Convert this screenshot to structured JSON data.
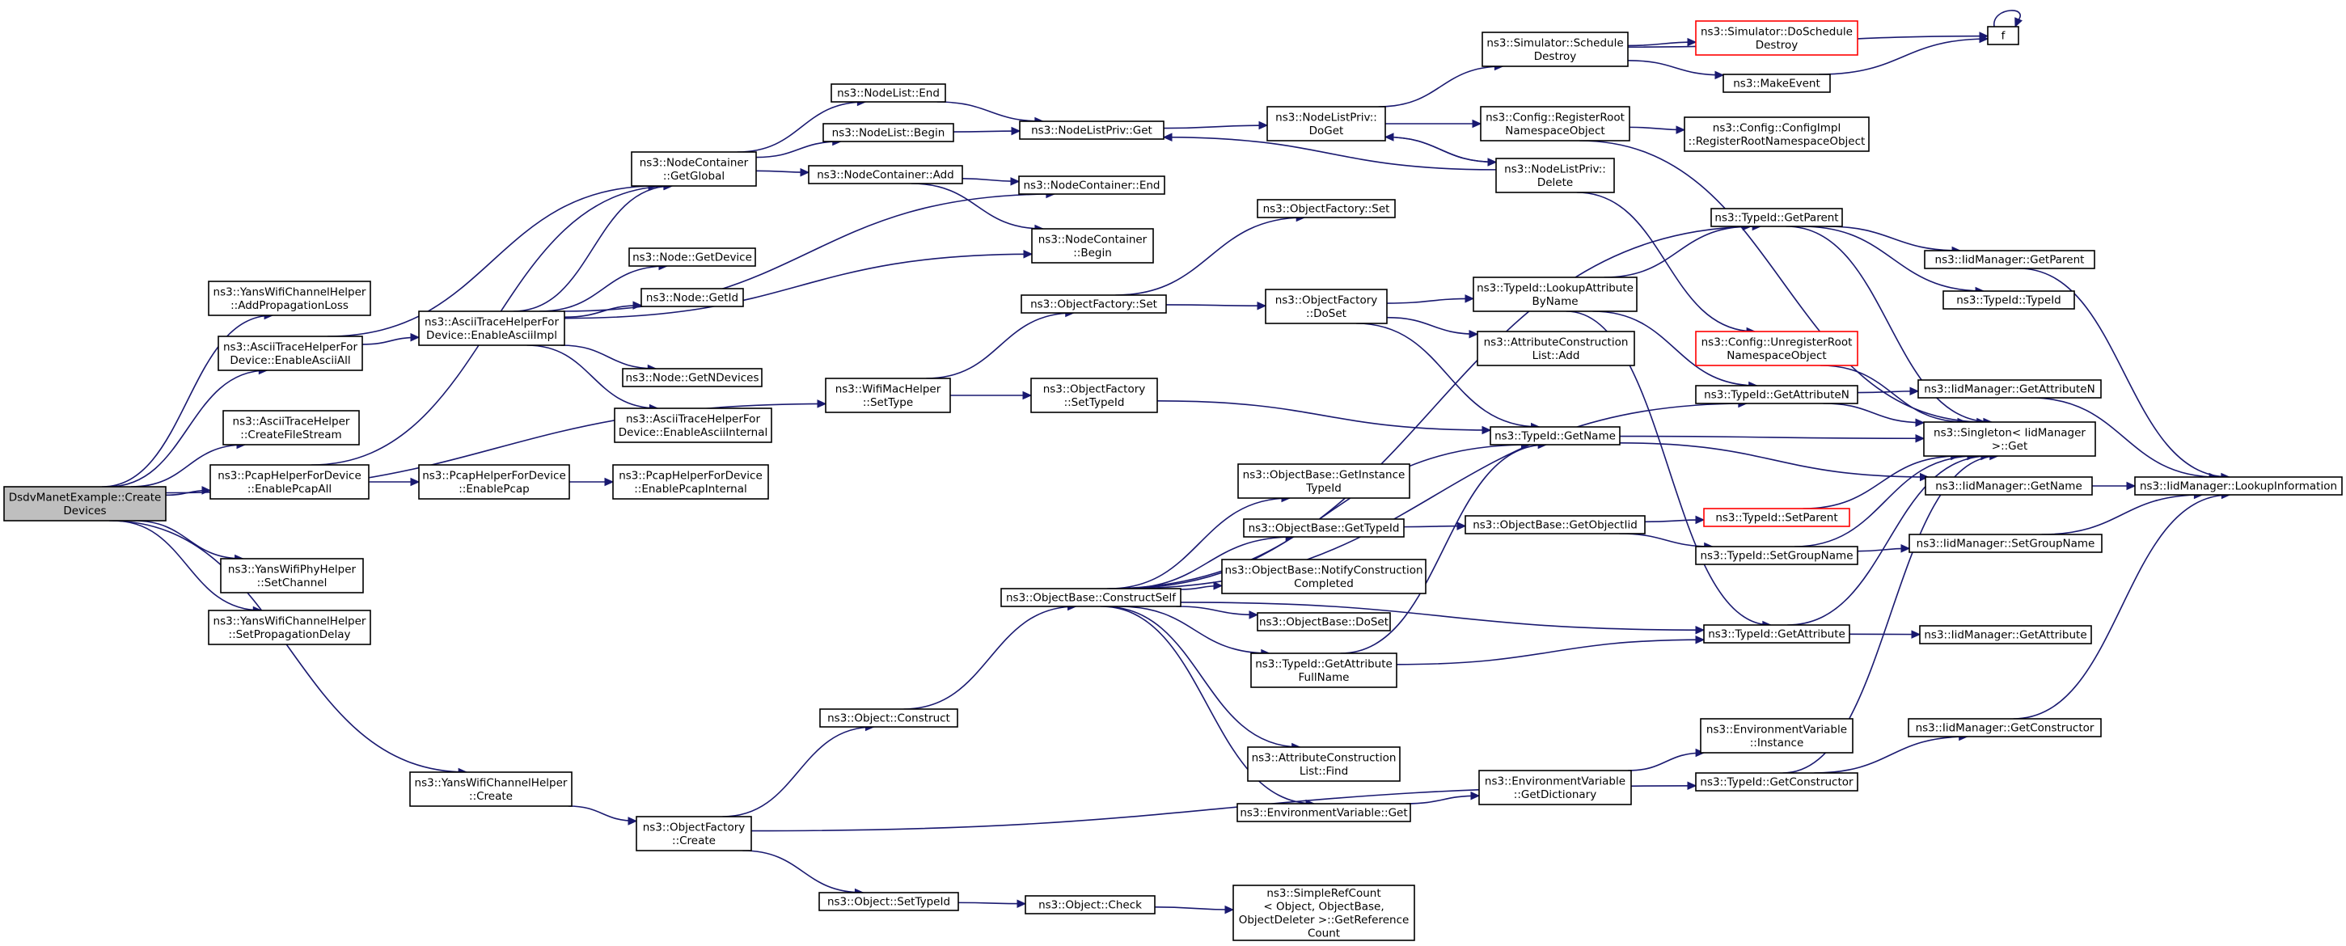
{
  "graph": {
    "nodes": [
      {
        "id": "root",
        "lines": [
          "DsdvManetExample::Create",
          "Devices"
        ],
        "root": true
      },
      {
        "id": "yans_addprop",
        "lines": [
          "ns3::YansWifiChannelHelper",
          "::AddPropagationLoss"
        ]
      },
      {
        "id": "ascii_enableall",
        "lines": [
          "ns3::AsciiTraceHelperFor",
          "Device::EnableAsciiAll"
        ]
      },
      {
        "id": "ascii_createfile",
        "lines": [
          "ns3::AsciiTraceHelper",
          "::CreateFileStream"
        ]
      },
      {
        "id": "pcap_enableall",
        "lines": [
          "ns3::PcapHelperForDevice",
          "::EnablePcapAll"
        ]
      },
      {
        "id": "yansphy_setchannel",
        "lines": [
          "ns3::YansWifiPhyHelper",
          "::SetChannel"
        ]
      },
      {
        "id": "yans_setpropdelay",
        "lines": [
          "ns3::YansWifiChannelHelper",
          "::SetPropagationDelay"
        ]
      },
      {
        "id": "yans_create",
        "lines": [
          "ns3::YansWifiChannelHelper",
          "::Create"
        ]
      },
      {
        "id": "ascii_impl",
        "lines": [
          "ns3::AsciiTraceHelperFor",
          "Device::EnableAsciiImpl"
        ]
      },
      {
        "id": "pcap_enable",
        "lines": [
          "ns3::PcapHelperForDevice",
          "::EnablePcap"
        ]
      },
      {
        "id": "pcap_internal",
        "lines": [
          "ns3::PcapHelperForDevice",
          "::EnablePcapInternal"
        ]
      },
      {
        "id": "nc_getglobal",
        "lines": [
          "ns3::NodeContainer",
          "::GetGlobal"
        ]
      },
      {
        "id": "node_getdevice",
        "lines": [
          "ns3::Node::GetDevice"
        ]
      },
      {
        "id": "node_getid",
        "lines": [
          "ns3::Node::GetId"
        ]
      },
      {
        "id": "node_getndevices",
        "lines": [
          "ns3::Node::GetNDevices"
        ]
      },
      {
        "id": "ascii_internal",
        "lines": [
          "ns3::AsciiTraceHelperFor",
          "Device::EnableAsciiInternal"
        ]
      },
      {
        "id": "nodelist_end",
        "lines": [
          "ns3::NodeList::End"
        ]
      },
      {
        "id": "nodelist_begin",
        "lines": [
          "ns3::NodeList::Begin"
        ]
      },
      {
        "id": "nc_add",
        "lines": [
          "ns3::NodeContainer::Add"
        ]
      },
      {
        "id": "nc_end",
        "lines": [
          "ns3::NodeContainer::End"
        ]
      },
      {
        "id": "nc_begin",
        "lines": [
          "ns3::NodeContainer",
          "::Begin"
        ]
      },
      {
        "id": "nlp_get",
        "lines": [
          "ns3::NodeListPriv::Get"
        ]
      },
      {
        "id": "wifimac_settype",
        "lines": [
          "ns3::WifiMacHelper",
          "::SetType"
        ]
      },
      {
        "id": "of_set1",
        "lines": [
          "ns3::ObjectFactory::Set"
        ]
      },
      {
        "id": "of_settypeid",
        "lines": [
          "ns3::ObjectFactory",
          "::SetTypeId"
        ]
      },
      {
        "id": "obj_construct",
        "lines": [
          "ns3::Object::Construct"
        ]
      },
      {
        "id": "of_create",
        "lines": [
          "ns3::ObjectFactory",
          "::Create"
        ]
      },
      {
        "id": "obj_settypeid",
        "lines": [
          "ns3::Object::SetTypeId"
        ]
      },
      {
        "id": "obj_check",
        "lines": [
          "ns3::Object::Check"
        ]
      },
      {
        "id": "ob_constructself",
        "lines": [
          "ns3::ObjectBase::ConstructSelf"
        ]
      },
      {
        "id": "nlp_doget",
        "lines": [
          "ns3::NodeListPriv::",
          "DoGet"
        ]
      },
      {
        "id": "of_set2",
        "lines": [
          "ns3::ObjectFactory::Set"
        ]
      },
      {
        "id": "of_doset",
        "lines": [
          "ns3::ObjectFactory",
          "::DoSet"
        ]
      },
      {
        "id": "ob_getinstancetypeid",
        "lines": [
          "ns3::ObjectBase::GetInstance",
          "TypeId"
        ]
      },
      {
        "id": "ob_gettypeid",
        "lines": [
          "ns3::ObjectBase::GetTypeId"
        ]
      },
      {
        "id": "ob_notify",
        "lines": [
          "ns3::ObjectBase::NotifyConstruction",
          "Completed"
        ]
      },
      {
        "id": "ob_doset",
        "lines": [
          "ns3::ObjectBase::DoSet"
        ]
      },
      {
        "id": "tid_getattrfullname",
        "lines": [
          "ns3::TypeId::GetAttribute",
          "FullName"
        ]
      },
      {
        "id": "acl_find",
        "lines": [
          "ns3::AttributeConstruction",
          "List::Find"
        ]
      },
      {
        "id": "env_get",
        "lines": [
          "ns3::EnvironmentVariable::Get"
        ]
      },
      {
        "id": "refcount",
        "lines": [
          "ns3::SimpleRefCount",
          "< Object, ObjectBase,",
          "ObjectDeleter >::GetReference",
          "Count"
        ]
      },
      {
        "id": "sim_schedule",
        "lines": [
          "ns3::Simulator::Schedule",
          "Destroy"
        ]
      },
      {
        "id": "cfg_register",
        "lines": [
          "ns3::Config::RegisterRoot",
          "NamespaceObject"
        ]
      },
      {
        "id": "nlp_delete",
        "lines": [
          "ns3::NodeListPriv::",
          "Delete"
        ]
      },
      {
        "id": "tid_lookup",
        "lines": [
          "ns3::TypeId::LookupAttribute",
          "ByName"
        ]
      },
      {
        "id": "acl_add",
        "lines": [
          "ns3::AttributeConstruction",
          "List::Add"
        ]
      },
      {
        "id": "tid_getname",
        "lines": [
          "ns3::TypeId::GetName"
        ]
      },
      {
        "id": "ob_getobjectiid",
        "lines": [
          "ns3::ObjectBase::GetObjectIid"
        ]
      },
      {
        "id": "env_getdict",
        "lines": [
          "ns3::EnvironmentVariable",
          "::GetDictionary"
        ]
      },
      {
        "id": "sim_doschedule",
        "lines": [
          "ns3::Simulator::DoSchedule",
          "Destroy"
        ],
        "trunc": true
      },
      {
        "id": "makeevent",
        "lines": [
          "ns3::MakeEvent"
        ]
      },
      {
        "id": "cfgimpl_register",
        "lines": [
          "ns3::Config::ConfigImpl",
          "::RegisterRootNamespaceObject"
        ]
      },
      {
        "id": "tid_getparent",
        "lines": [
          "ns3::TypeId::GetParent"
        ]
      },
      {
        "id": "cfg_unregister",
        "lines": [
          "ns3::Config::UnregisterRoot",
          "NamespaceObject"
        ],
        "trunc": true
      },
      {
        "id": "tid_getattrn",
        "lines": [
          "ns3::TypeId::GetAttributeN"
        ]
      },
      {
        "id": "tid_setparent",
        "lines": [
          "ns3::TypeId::SetParent"
        ],
        "trunc": true
      },
      {
        "id": "tid_setgroupname",
        "lines": [
          "ns3::TypeId::SetGroupName"
        ]
      },
      {
        "id": "tid_getattribute",
        "lines": [
          "ns3::TypeId::GetAttribute"
        ]
      },
      {
        "id": "env_instance",
        "lines": [
          "ns3::EnvironmentVariable",
          "::Instance"
        ]
      },
      {
        "id": "tid_getconstructor",
        "lines": [
          "ns3::TypeId::GetConstructor"
        ]
      },
      {
        "id": "f",
        "lines": [
          "f"
        ]
      },
      {
        "id": "iid_getparent",
        "lines": [
          "ns3::IidManager::GetParent"
        ]
      },
      {
        "id": "tid_typeid",
        "lines": [
          "ns3::TypeId::TypeId"
        ]
      },
      {
        "id": "iid_getattrn",
        "lines": [
          "ns3::IidManager::GetAttributeN"
        ]
      },
      {
        "id": "singleton_get",
        "lines": [
          "ns3::Singleton< IidManager",
          "&gt;::Get"
        ]
      },
      {
        "id": "iid_getname",
        "lines": [
          "ns3::IidManager::GetName"
        ]
      },
      {
        "id": "iid_setgroupname",
        "lines": [
          "ns3::IidManager::SetGroupName"
        ]
      },
      {
        "id": "iid_getattribute",
        "lines": [
          "ns3::IidManager::GetAttribute"
        ]
      },
      {
        "id": "iid_getconstructor",
        "lines": [
          "ns3::IidManager::GetConstructor"
        ]
      },
      {
        "id": "iid_lookupinfo",
        "lines": [
          "ns3::IidManager::LookupInformation"
        ]
      }
    ]
  }
}
